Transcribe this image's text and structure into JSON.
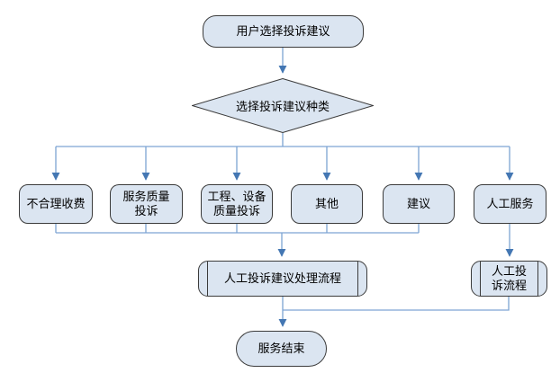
{
  "diagram": {
    "nodes": {
      "start": {
        "label": "用户选择投诉建议",
        "shape": "terminator"
      },
      "decision": {
        "label": "选择投诉建议种类",
        "shape": "decision"
      },
      "unreasonable_fees": {
        "label": "不合理收费",
        "shape": "process"
      },
      "service_quality": {
        "label": "服务质量\n投诉",
        "shape": "process"
      },
      "engineering_equipment": {
        "label": "工程、设备\n质量投诉",
        "shape": "process"
      },
      "other": {
        "label": "其他",
        "shape": "process"
      },
      "suggestion": {
        "label": "建议",
        "shape": "process"
      },
      "manual_service": {
        "label": "人工服务",
        "shape": "process"
      },
      "manual_handling_flow": {
        "label": "人工投诉建议处理流程",
        "shape": "predefined-process"
      },
      "manual_complaint_flow": {
        "label": "人工投\n诉流程",
        "shape": "predefined-process"
      },
      "end": {
        "label": "服务结束",
        "shape": "terminator"
      }
    },
    "colors": {
      "node_fill": "#dbe5f1",
      "node_border": "#3b3b3b",
      "connector_line": "#7da4d3",
      "arrowhead": "#4477b3",
      "background": "#ffffff"
    }
  }
}
